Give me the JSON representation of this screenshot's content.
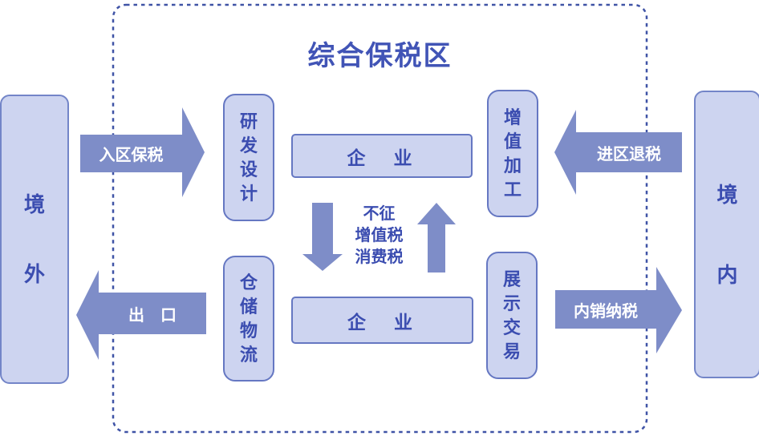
{
  "diagram": {
    "title": "综合保税区",
    "outside_region": "境外",
    "inside_region": "境内",
    "function_boxes": {
      "rnd_design": "研发设计",
      "value_added_processing": "增值加工",
      "warehousing_logistics": "仓储物流",
      "exhibition_trading": "展示交易"
    },
    "enterprise_top": "企　业",
    "enterprise_bottom": "企　业",
    "flow_arrows": {
      "enter_zone_bonded": "入区保税",
      "enter_zone_refund": "进区退税",
      "export": "出　口",
      "domestic_sales_tax": "内销纳税"
    },
    "tax_note": "不征\n增值税\n消费税"
  },
  "colors": {
    "arrow_fill": "#7e8dc8",
    "arrow_label": "#ffffff",
    "box_fill": "#cdd4f0",
    "box_border": "#6577c2",
    "outer_box_border": "#7385c8",
    "text_dark": "#3b4db0",
    "title": "#4154b6",
    "dashed_border": "#3f53a6"
  }
}
